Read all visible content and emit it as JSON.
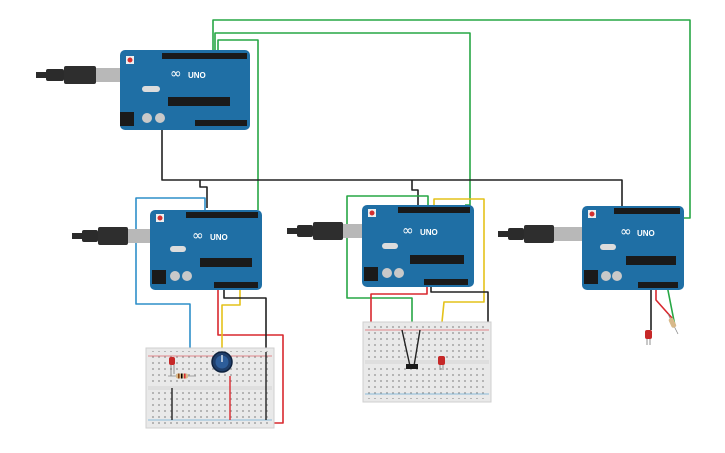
{
  "boards": [
    {
      "id": "uno-main",
      "label": "UNO",
      "brand": "ARDUINO"
    },
    {
      "id": "uno-left",
      "label": "UNO",
      "brand": "ARDUINO"
    },
    {
      "id": "uno-center",
      "label": "UNO",
      "brand": "ARDUINO"
    },
    {
      "id": "uno-right",
      "label": "UNO",
      "brand": "ARDUINO"
    }
  ],
  "colors": {
    "board": "#1f6fa5",
    "board_dark": "#17598a",
    "wire_green": "#27a745",
    "wire_black": "#222222",
    "wire_blue": "#2e8fc9",
    "wire_red": "#d9282e",
    "wire_yellow": "#e4c21a",
    "breadboard": "#e9e9e9",
    "usb_cable": "#2b2b2b",
    "usb_plug": "#b8b8b8"
  },
  "components": {
    "potentiometer": "potentiometer-icon",
    "led": "led-icon",
    "resistor": "resistor-icon"
  }
}
